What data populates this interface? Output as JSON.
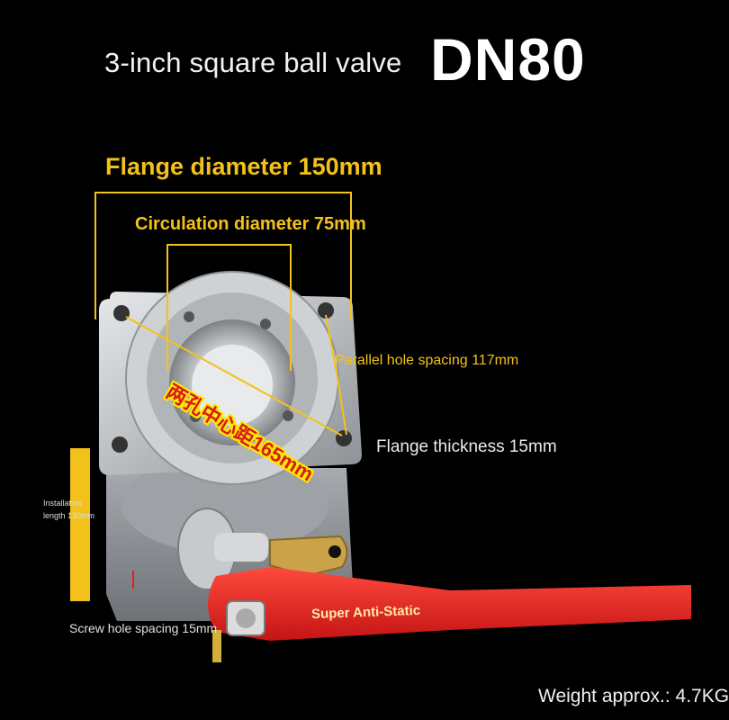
{
  "header": {
    "subtitle": "3-inch square ball valve",
    "model": "DN80"
  },
  "labels": {
    "flange_diameter": "Flange diameter 150mm",
    "circulation_diameter": "Circulation diameter 75mm",
    "parallel_hole_spacing": "Parallel hole spacing 117mm",
    "center_distance_cn": "两孔中心距165mm",
    "flange_thickness": "Flange thickness 15mm",
    "installation_length": "Installation length 130mm",
    "screw_hole_spacing": "Screw hole spacing 15mm",
    "handle_print": "Super Anti-Static",
    "weight": "Weight approx.: 4.7KG"
  },
  "colors": {
    "background": "#000000",
    "annotation_yellow": "#f3c21a",
    "handle_red": "#e02222",
    "valve_metal": "#bfc3c6"
  }
}
